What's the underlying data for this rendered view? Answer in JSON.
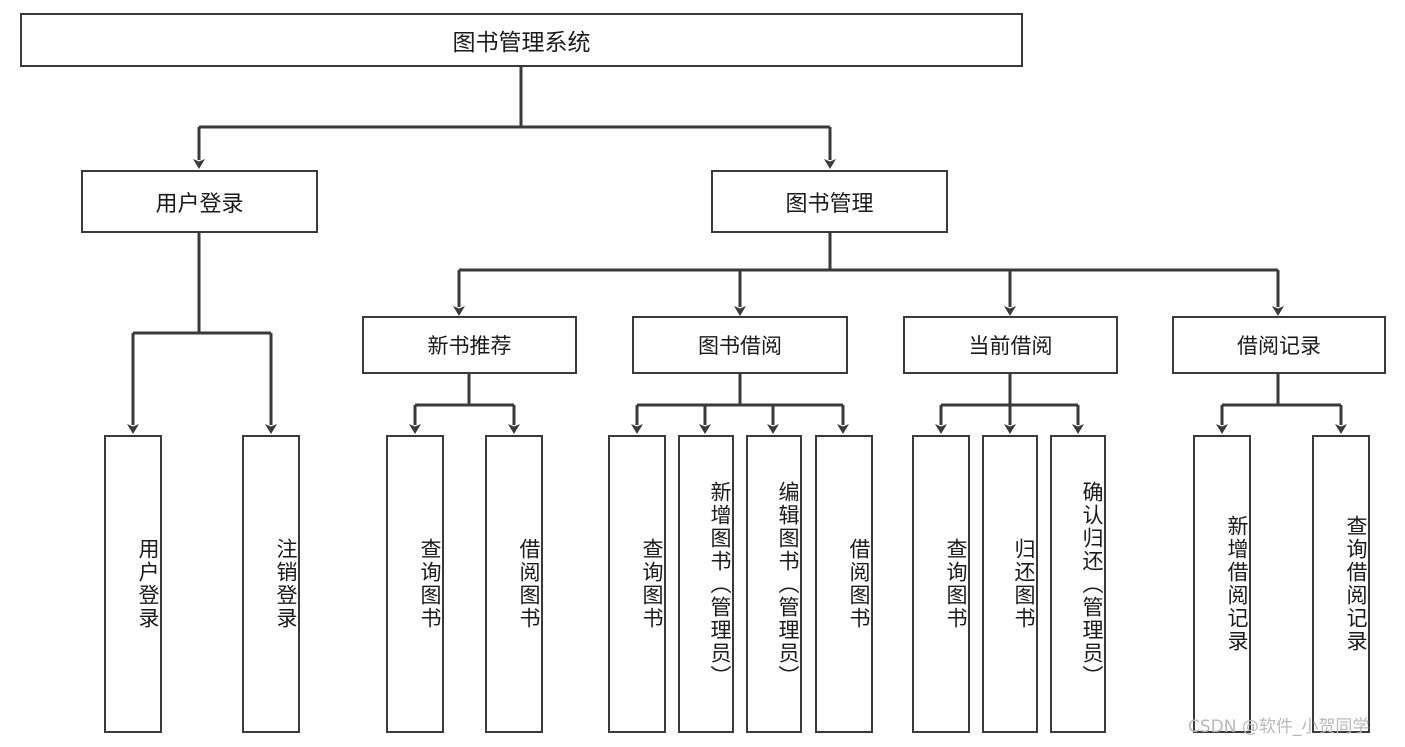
{
  "diagram": {
    "title": "图书管理系统",
    "root": {
      "label": "图书管理系统"
    },
    "level1": [
      {
        "label": "用户登录"
      },
      {
        "label": "图书管理"
      }
    ],
    "level2": [
      {
        "label": "新书推荐"
      },
      {
        "label": "图书借阅"
      },
      {
        "label": "当前借阅"
      },
      {
        "label": "借阅记录"
      }
    ],
    "leaves": {
      "user_login": [
        {
          "label": "用户登录"
        },
        {
          "label": "注销登录"
        }
      ],
      "new_book_recommend": [
        {
          "label": "查询图书"
        },
        {
          "label": "借阅图书"
        }
      ],
      "book_borrow": [
        {
          "label": "查询图书"
        },
        {
          "label": "新增图书（管理员）"
        },
        {
          "label": "编辑图书（管理员）"
        },
        {
          "label": "借阅图书"
        }
      ],
      "current_borrow": [
        {
          "label": "查询图书"
        },
        {
          "label": "归还图书"
        },
        {
          "label": "确认归还（管理员）"
        }
      ],
      "borrow_record": [
        {
          "label": "新增借阅记录"
        },
        {
          "label": "查询借阅记录"
        }
      ]
    }
  },
  "watermark": {
    "text": "CSDN @软件_小贺同学"
  },
  "colors": {
    "border": "#3a3a3a",
    "background": "#ffffff",
    "text": "#1a1a1a",
    "watermark": "#b9b9b9"
  }
}
